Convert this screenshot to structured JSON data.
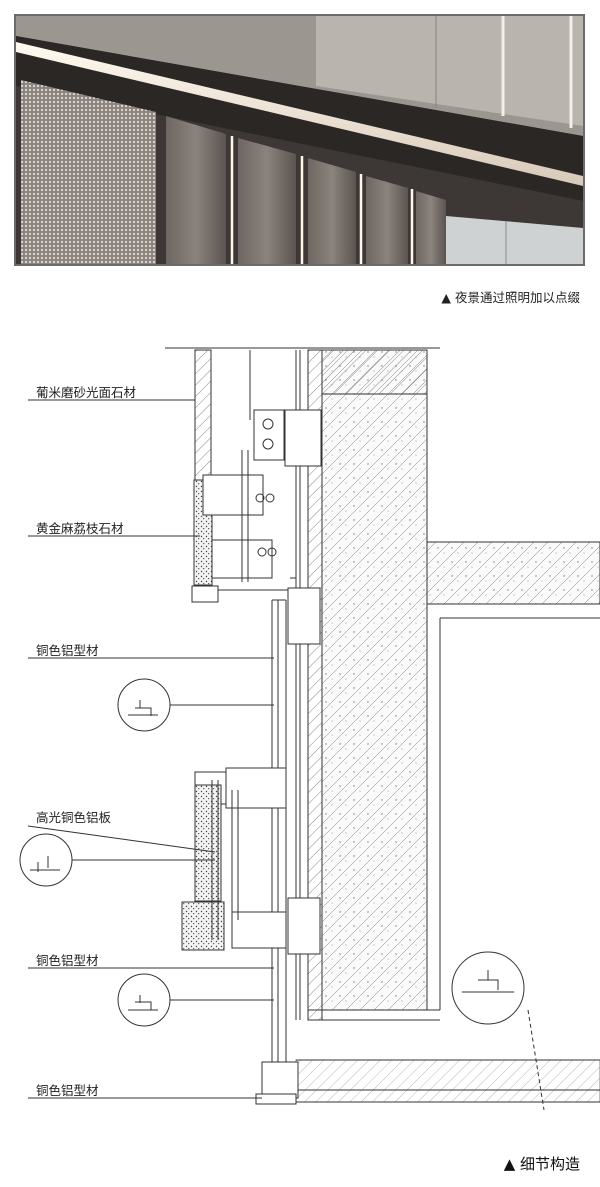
{
  "photo": {
    "icon": "night-facade-photo"
  },
  "captions": {
    "photo_caption": "▲ 夜景通过照明加以点缀",
    "detail_caption": "▲ 细节构造"
  },
  "labels": [
    "葡米磨砂光面石材",
    "黄金麻荔枝石材",
    "铜色铝型材",
    "高光铜色铝板",
    "铜色铝型材",
    "铜色铝型材"
  ],
  "colors": {
    "line": "#333333",
    "photo_frame": "#6b6b6b"
  }
}
